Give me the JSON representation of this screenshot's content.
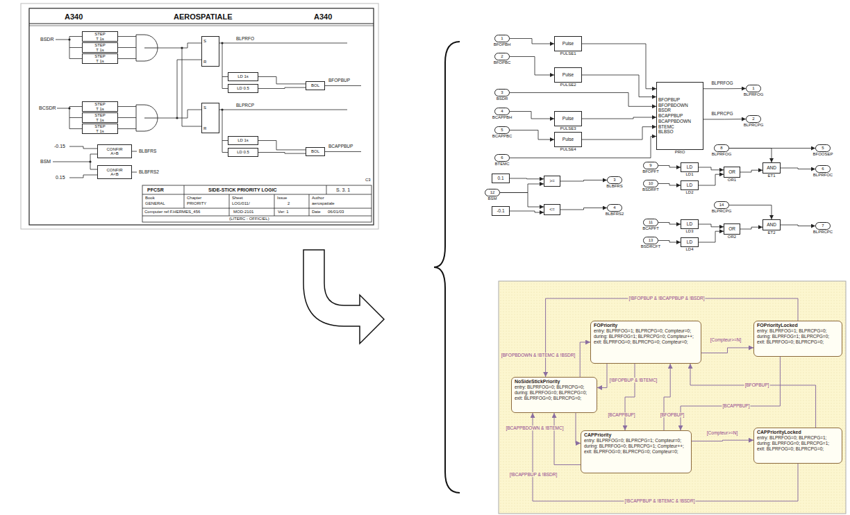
{
  "diagram": {
    "nodes": [
      {
        "text": [
          "STEP",
          "T 1s"
        ]
      },
      {
        "text": [
          "STEP",
          "T 1s"
        ]
      },
      {
        "text": [
          "STEP",
          "T 1s"
        ]
      },
      {
        "text": [
          "STEP",
          "T 1s"
        ]
      },
      {
        "text": [
          "STEP",
          "T 1s"
        ]
      },
      {
        "text": [
          "STEP",
          "T 1s"
        ]
      },
      {
        "text": [
          "S",
          "R"
        ]
      },
      {
        "text": [
          "S",
          "R"
        ]
      },
      {
        "text": [
          "LD 1s"
        ]
      },
      {
        "text": [
          "LD 0.5"
        ]
      },
      {
        "text": [
          "LD 1s"
        ]
      },
      {
        "text": [
          "LD 0.5"
        ]
      },
      {
        "text": [
          "BOL"
        ]
      },
      {
        "text": [
          "BOL"
        ]
      },
      {
        "text": [
          "CONFIR",
          "A>B"
        ]
      },
      {
        "text": [
          "CONFIR",
          "A<B"
        ]
      },
      {
        "text": [
          "1",
          "BFOPBH"
        ]
      },
      {
        "text": [
          "2",
          "BFOPBC"
        ]
      },
      {
        "text": [
          "3",
          "BSDR"
        ]
      },
      {
        "text": [
          "4",
          "BCAPPBH"
        ]
      },
      {
        "text": [
          "5",
          "BCAPPBC"
        ]
      },
      {
        "text": [
          "6",
          "BTEMC"
        ]
      },
      {
        "text": [
          "Pulse",
          "PULSE1"
        ]
      },
      {
        "text": [
          "Pulse",
          "PULSE2"
        ]
      },
      {
        "text": [
          "Pulse",
          "PULSE3"
        ]
      },
      {
        "text": [
          "Pulse",
          "PULSE4"
        ]
      },
      {
        "text": [
          "BFOPBUP",
          "BFOPBDOWN",
          "BSDR",
          "BCAPPBUP",
          "BCAPPBDOWN",
          "BTEMC",
          "BLBSO",
          "PRIO"
        ]
      },
      {
        "text": [
          "1",
          "BLPRFOG"
        ]
      },
      {
        "text": [
          "2",
          "BLPRCPG"
        ]
      },
      {
        "text": [
          "0.1"
        ]
      },
      {
        "text": [
          "12",
          "BSM"
        ]
      },
      {
        "text": [
          "-0.1"
        ]
      },
      {
        "text": [
          ">="
        ]
      },
      {
        "text": [
          "<="
        ]
      },
      {
        "text": [
          "3",
          "BLBFRS"
        ]
      },
      {
        "text": [
          "4",
          "BLBFRS2"
        ]
      },
      {
        "text": [
          "8",
          "BLPRFOG"
        ]
      },
      {
        "text": [
          "5",
          "BFOOSEP"
        ]
      },
      {
        "text": [
          "9",
          "BFOPFT"
        ]
      },
      {
        "text": [
          "10",
          "BSDRFT"
        ]
      },
      {
        "text": [
          "LD",
          "LD1"
        ]
      },
      {
        "text": [
          "LD",
          "LD2"
        ]
      },
      {
        "text": [
          "OR",
          "OR1"
        ]
      },
      {
        "text": [
          "AND",
          "ET1"
        ]
      },
      {
        "text": [
          "6",
          "BLPRFOC"
        ]
      },
      {
        "text": [
          "14",
          "BLPRCPG"
        ]
      },
      {
        "text": [
          "11",
          "BCAPFT"
        ]
      },
      {
        "text": [
          "13",
          "BSDRCFT"
        ]
      },
      {
        "text": [
          "LD",
          "LD3"
        ]
      },
      {
        "text": [
          "LD",
          "LD4"
        ]
      },
      {
        "text": [
          "OR",
          "OR2"
        ]
      },
      {
        "text": [
          "AND",
          "ET2"
        ]
      },
      {
        "text": [
          "7",
          "BLPRCPC"
        ]
      },
      {
        "text": [
          "FOPriority",
          "entry: BLPRFOG=1; BLPRCPG=0; Compteur=0;",
          "during: BLPRFOG=1; BLPRCPG=0; Compteur++;",
          "exit: BLPRFOG=0; BLPRCPG=0; Compteur=0;"
        ]
      },
      {
        "text": [
          "FOPriorityLocked",
          "entry: BLPRFOG=1; BLPRCPG=0;",
          "during: BLPRFOG=1; BLPRCPG=0;",
          "exit: BLPRFOG=0; BLPRCPG=0;"
        ]
      },
      {
        "text": [
          "NoSideStickPriority",
          "entry: BLPRFOG=0; BLPRCPG=0;",
          "during: BLPRFOG=0; BLPRCPG=0;",
          "exit: BLPRFOG=0; BLPRCPG=0;"
        ]
      },
      {
        "text": [
          "CAPPriority",
          "entry: BLPRFOG=0; BLPRCPG=1; Compteur=0;",
          "during: BLPRFOG=0; BLPRCPG=1; Compteur++;",
          "exit: BLPRFOG=0; BLPRCPG=0; Compteur=0;"
        ]
      },
      {
        "text": [
          "CAPPriorityLocked",
          "entry: BLPRFOG=0; BLPRCPG=1;",
          "during: BLPRFOG=0; BLPRCPG=1;",
          "exit: BLPRFOG=0; BLPRCPG=0;"
        ]
      }
    ],
    "edges": [
      {
        "from": 8,
        "to": 12,
        "arrow": "none"
      },
      {
        "from": 9,
        "to": 12,
        "arrow": "none"
      },
      {
        "from": 10,
        "to": 13,
        "arrow": "none"
      },
      {
        "from": 11,
        "to": 13,
        "arrow": "none"
      },
      {
        "from": 16,
        "to": 22,
        "arrow": "to"
      },
      {
        "from": 17,
        "to": 23,
        "arrow": "to"
      },
      {
        "from": 19,
        "to": 24,
        "arrow": "to"
      },
      {
        "from": 20,
        "to": 25,
        "arrow": "to"
      },
      {
        "from": 22,
        "to": 26,
        "arrow": "to"
      },
      {
        "from": 23,
        "to": 26,
        "arrow": "to"
      },
      {
        "from": 18,
        "to": 26,
        "arrow": "to"
      },
      {
        "from": 24,
        "to": 26,
        "arrow": "to"
      },
      {
        "from": 25,
        "to": 26,
        "arrow": "to"
      },
      {
        "from": 21,
        "to": 26,
        "arrow": "to"
      },
      {
        "from": 26,
        "to": 27,
        "arrow": "to"
      },
      {
        "from": 26,
        "to": 28,
        "arrow": "to"
      },
      {
        "from": 29,
        "to": 32,
        "arrow": "to"
      },
      {
        "from": 30,
        "to": 32,
        "arrow": "to"
      },
      {
        "from": 30,
        "to": 33,
        "arrow": "to"
      },
      {
        "from": 31,
        "to": 33,
        "arrow": "to"
      },
      {
        "from": 32,
        "to": 34,
        "arrow": "to"
      },
      {
        "from": 33,
        "to": 35,
        "arrow": "to"
      },
      {
        "from": 36,
        "to": 37,
        "arrow": "to"
      },
      {
        "from": 36,
        "to": 43,
        "arrow": "to"
      },
      {
        "from": 38,
        "to": 40,
        "arrow": "to"
      },
      {
        "from": 39,
        "to": 41,
        "arrow": "to"
      },
      {
        "from": 40,
        "to": 42,
        "arrow": "to"
      },
      {
        "from": 41,
        "to": 42,
        "arrow": "to"
      },
      {
        "from": 42,
        "to": 43,
        "arrow": "to"
      },
      {
        "from": 43,
        "to": 44,
        "arrow": "to"
      },
      {
        "from": 45,
        "to": 51,
        "arrow": "to"
      },
      {
        "from": 46,
        "to": 48,
        "arrow": "to"
      },
      {
        "from": 47,
        "to": 49,
        "arrow": "to"
      },
      {
        "from": 48,
        "to": 50,
        "arrow": "to"
      },
      {
        "from": 49,
        "to": 50,
        "arrow": "to"
      },
      {
        "from": 50,
        "to": 51,
        "arrow": "to"
      },
      {
        "from": 51,
        "to": 52,
        "arrow": "to"
      },
      {
        "from": 53,
        "to": 54,
        "label": "[Compteur>=N]",
        "arrow": "to"
      },
      {
        "from": 54,
        "to": 55,
        "label": "[!BFOPBUP & !BCAPPBUP & !BSDR]",
        "arrow": "to"
      },
      {
        "from": 55,
        "to": 53,
        "label": "[BFOPBDOWN & !BTEMC & !BSDR]",
        "arrow": "to"
      },
      {
        "from": 53,
        "to": 55,
        "label": "[!BFOPBUP & !BTEMC]",
        "arrow": "to"
      },
      {
        "from": 53,
        "to": 56,
        "label": "[BCAPPBUP]",
        "arrow": "to"
      },
      {
        "from": 56,
        "to": 53,
        "label": "[BFOPBUP]",
        "arrow": "to"
      },
      {
        "from": 56,
        "to": 57,
        "label": "[Compteur>=N]",
        "arrow": "to"
      },
      {
        "from": 57,
        "to": 55,
        "label": "[!BCAPPBUP & !BTEMC & !BSDR]",
        "arrow": "to"
      },
      {
        "from": 55,
        "to": 56,
        "label": "[BCAPPBDOWN & !BTEMC]",
        "arrow": "to"
      },
      {
        "from": 56,
        "to": 55,
        "label": "[!BCAPPBUP & !BSDR]",
        "arrow": "to"
      },
      {
        "from": 54,
        "to": 56,
        "label": "[BCAPPBUP]",
        "arrow": "to"
      },
      {
        "from": 57,
        "to": 53,
        "label": "[BFOPBUP]",
        "arrow": "to"
      }
    ],
    "labels": [
      "A340",
      "AEROSPATIALE",
      "A340",
      "BSDR",
      "BCSDR",
      "BLPRFO",
      "BLPRCP",
      "BFOPBUP",
      "BCAPPBUP",
      "-0.15",
      "0.15",
      "BSM",
      "BLBFRS",
      "BLBFRS2",
      "PFCSR",
      "SIDE-STICK PRIORITY LOGIC",
      "S. 3. 1",
      "Book",
      "GENERAL",
      "Chapter",
      "PRIORITY",
      "Sheet",
      "LOG/011/",
      "Issue",
      "2",
      "Author",
      "aerospatiale",
      "Computer ref:F.HERMES_456",
      "MOD-2101",
      "Ver: 1",
      "Date",
      "06/01/03",
      "(LITERC - OFFICIEL)",
      "C3",
      "BLPRFOG",
      "BLPRCPG"
    ]
  }
}
